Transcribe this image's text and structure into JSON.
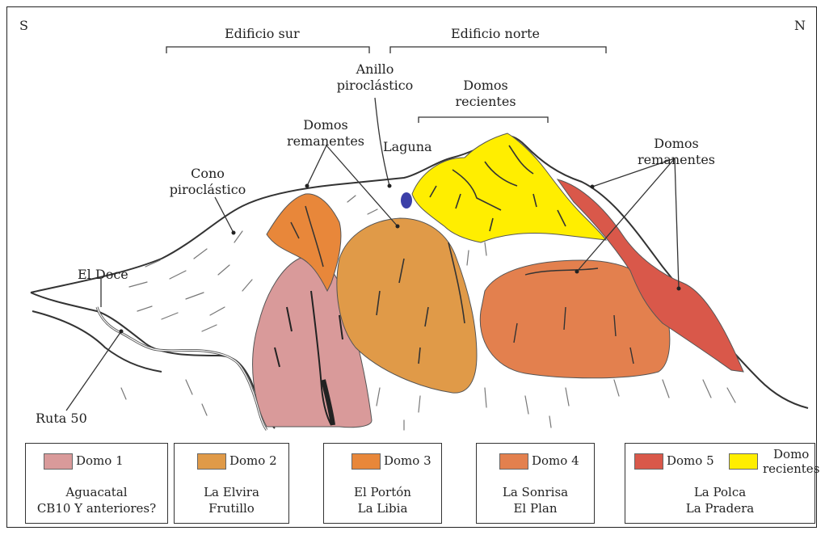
{
  "orientation": {
    "south": "S",
    "north": "N"
  },
  "brackets": {
    "south_edifice": "Edificio sur",
    "north_edifice": "Edificio norte"
  },
  "labels": {
    "anillo_1": "Anillo",
    "anillo_2": "piroclástico",
    "domos_recientes_1": "Domos",
    "domos_recientes_2": "recientes",
    "domos_rem_left_1": "Domos",
    "domos_rem_left_2": "remanentes",
    "laguna": "Laguna",
    "cono_1": "Cono",
    "cono_2": "piroclástico",
    "domos_rem_right_1": "Domos",
    "domos_rem_right_2": "remanentes",
    "el_doce": "El Doce",
    "ruta_50": "Ruta 50"
  },
  "colors": {
    "domo1": "#d99a9a",
    "domo2": "#e09a48",
    "domo3": "#e8873a",
    "domo4": "#e3804e",
    "domo5": "#d9584a",
    "recientes": "#ffee00",
    "laguna": "#3b3fa8"
  },
  "legend": [
    {
      "name": "Domo 1",
      "sites": [
        "Aguacatal",
        "CB10 Y anteriores?"
      ]
    },
    {
      "name": "Domo 2",
      "sites": [
        "La Elvira",
        "Frutillo"
      ]
    },
    {
      "name": "Domo 3",
      "sites": [
        "El Portón",
        "La Libia"
      ]
    },
    {
      "name": "Domo 4",
      "sites": [
        "La Sonrisa",
        "El Plan"
      ]
    },
    {
      "name": "Domo 5",
      "name2": "Domo",
      "name2b": "recientes",
      "sites": [
        "La Polca",
        "La Pradera"
      ]
    }
  ]
}
